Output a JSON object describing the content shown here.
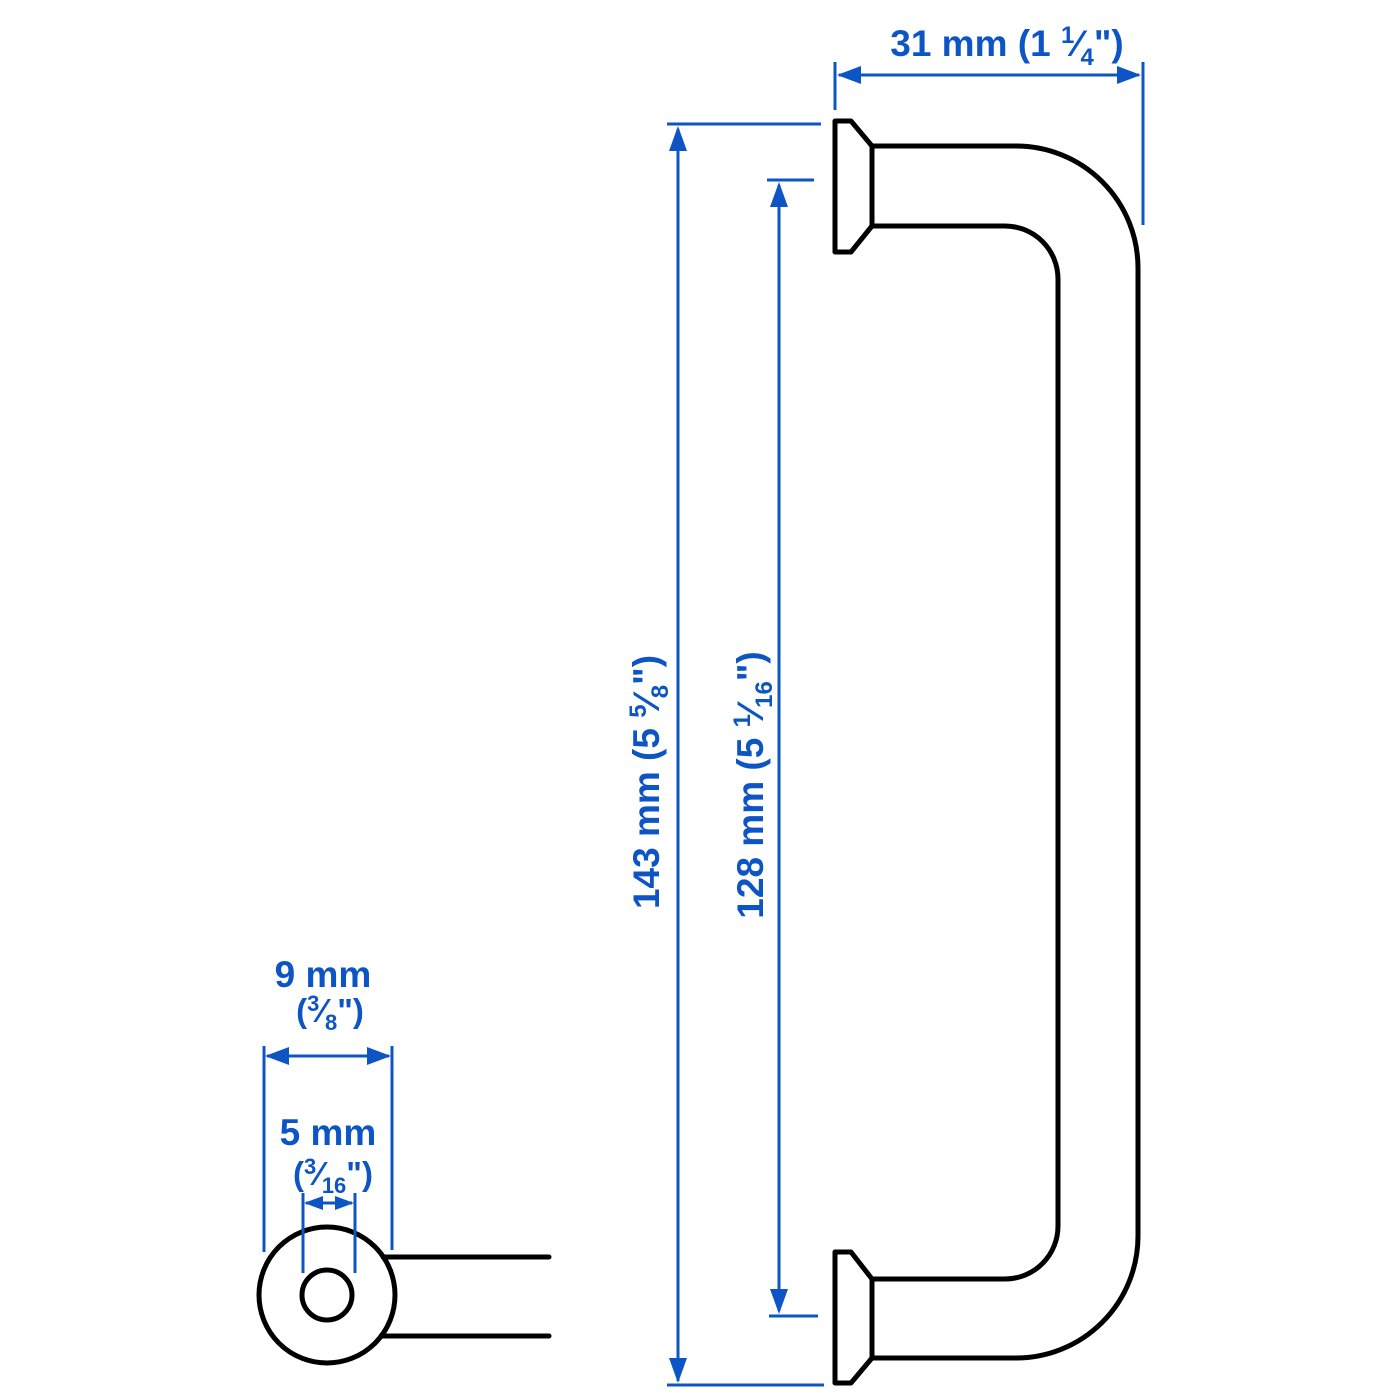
{
  "colors": {
    "accent_blue": "#0d55c4",
    "line_black": "#000000",
    "background": "#ffffff"
  },
  "dims": {
    "slash": "⁄",
    "width_top": {
      "prefix": "31 mm (1 ",
      "frac_num": "1",
      "frac_den": "4",
      "suffix": "\")"
    },
    "height_total": {
      "prefix": "143 mm (5 ",
      "frac_num": "5",
      "frac_den": "8",
      "suffix": "\")"
    },
    "hole_spacing": {
      "prefix": "128 mm (5 ",
      "frac_num": "1",
      "frac_den": "16",
      "suffix": "\")"
    },
    "outer_diameter": {
      "value": "9 mm",
      "inches_prefix": "(",
      "frac_num": "3",
      "frac_den": "8",
      "inches_suffix": "\")"
    },
    "inner_diameter": {
      "value": "5 mm",
      "inches_prefix": "(",
      "frac_num": "3",
      "frac_den": "16",
      "inches_suffix": "\")"
    }
  }
}
